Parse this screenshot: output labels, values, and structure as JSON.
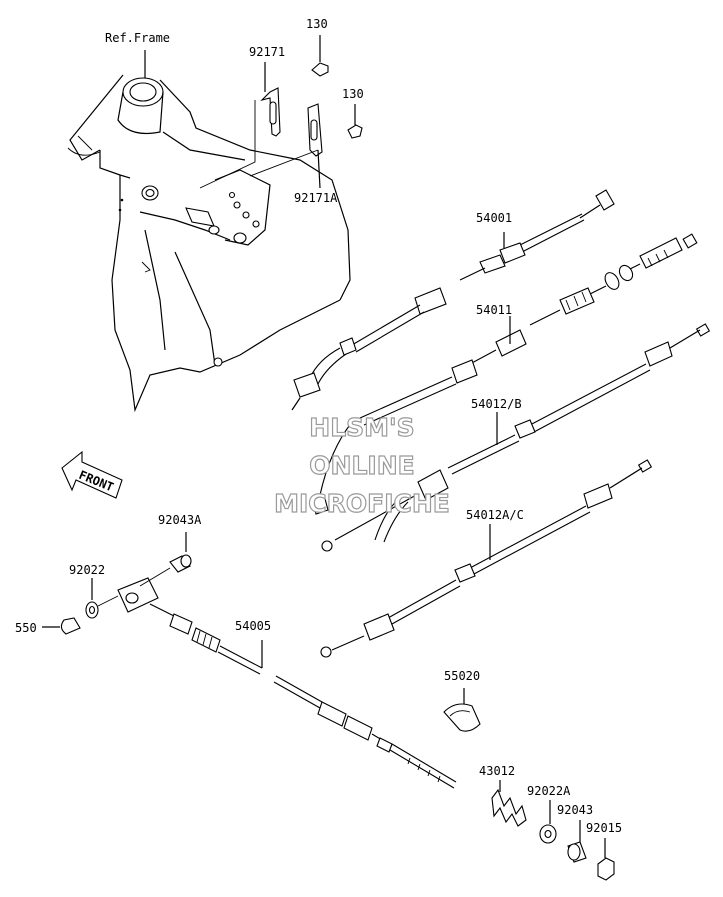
{
  "labels": {
    "ref_frame": "Ref.Frame",
    "p130_top": "130",
    "p92171": "92171",
    "p130_mid": "130",
    "p92171A": "92171A",
    "p54001": "54001",
    "p54011": "54011",
    "p54012B": "54012/B",
    "p54012AC": "54012A/C",
    "p92043A": "92043A",
    "p92022": "92022",
    "p550": "550",
    "p54005": "54005",
    "p55020": "55020",
    "p43012": "43012",
    "p92022A": "92022A",
    "p92043": "92043",
    "p92015": "92015",
    "front": "FRONT"
  },
  "watermark": {
    "line1": "HLSM'S",
    "line2": "ONLINE",
    "line3": "MICROFICHE"
  }
}
